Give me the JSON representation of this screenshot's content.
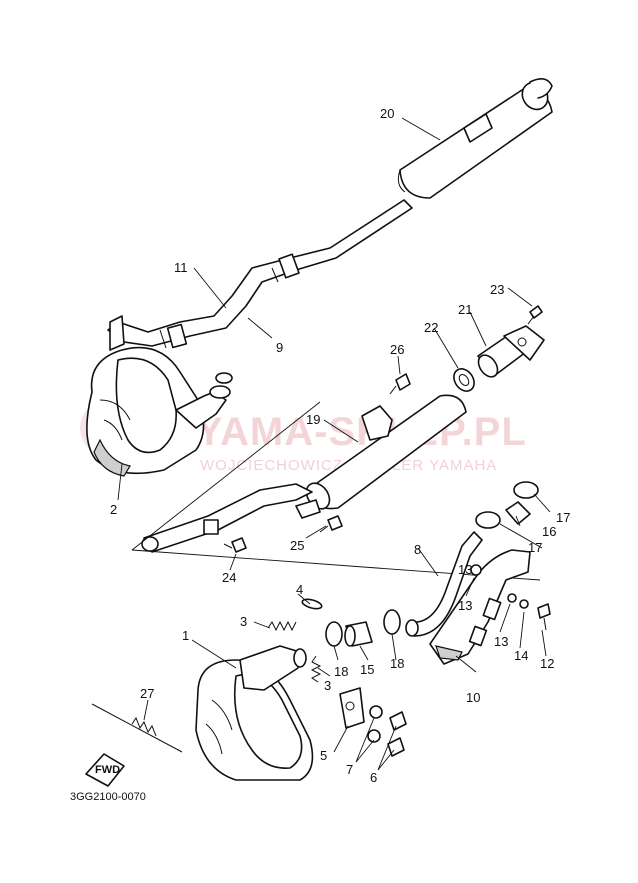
{
  "watermark": {
    "main": "YAMA-SKLEP.PL",
    "sub": "WOJCIECHOWICZ | DEALER YAMAHA"
  },
  "figure_code": "3GG2100-0070",
  "fwd_label": "FWD",
  "callouts": {
    "c1": "1",
    "c2": "2",
    "c3a": "3",
    "c3b": "3",
    "c4": "4",
    "c5": "5",
    "c6": "6",
    "c7": "7",
    "c8": "8",
    "c9": "9",
    "c10": "10",
    "c11": "11",
    "c12": "12",
    "c13a": "13",
    "c13b": "13",
    "c13c": "13",
    "c14": "14",
    "c15": "15",
    "c16": "16",
    "c17a": "17",
    "c17b": "17",
    "c18a": "18",
    "c18b": "18",
    "c19": "19",
    "c20": "20",
    "c21": "21",
    "c22": "22",
    "c23": "23",
    "c24": "24",
    "c25": "25",
    "c26": "26",
    "c27": "27"
  }
}
